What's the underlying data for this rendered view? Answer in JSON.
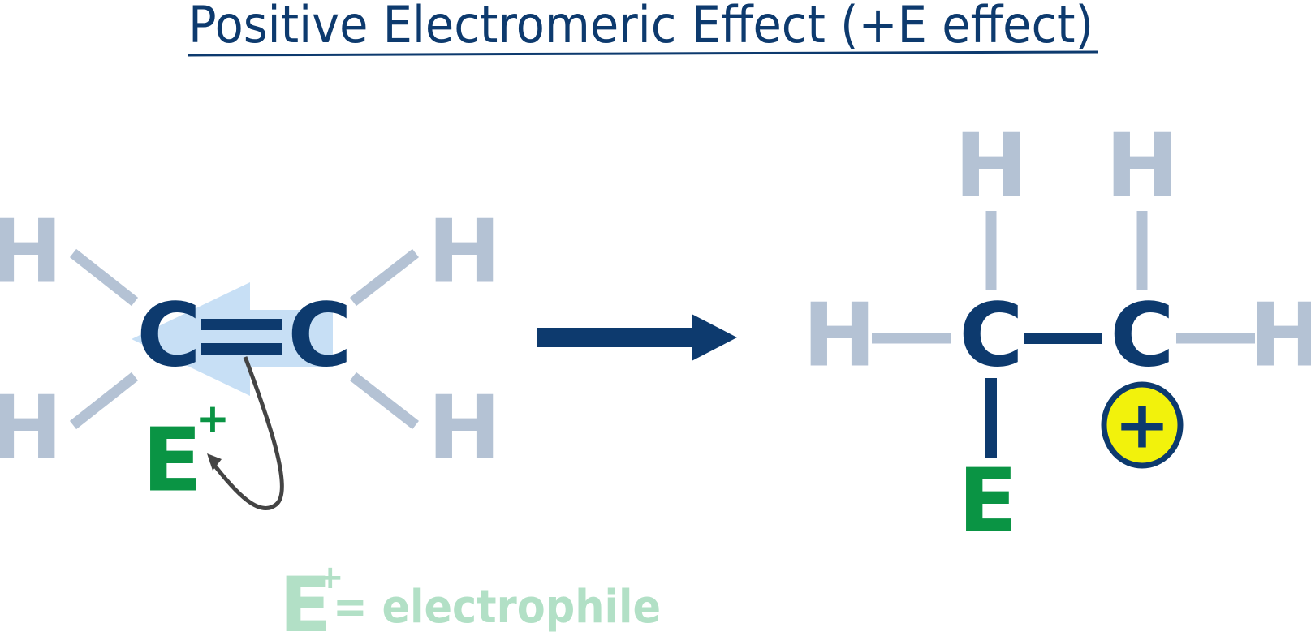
{
  "title": "Positive Electromeric Effect (+E effect)",
  "colors": {
    "title": "#0d3a6e",
    "hydrogen": "#b4c2d4",
    "carbon": "#0d3a6e",
    "electrophile": "#0a9444",
    "legend": "#b2e0c6",
    "shift_arrow_fill": "#c7dff5",
    "curly_arrow": "#444444",
    "carbocation_fill": "#f2f20c"
  },
  "reactant": {
    "atoms": {
      "h_top_left": "H",
      "h_bottom_left": "H",
      "h_top_right": "H",
      "h_bottom_right": "H",
      "c_left": "C",
      "c_right": "C",
      "electrophile": "E",
      "electrophile_charge": "+"
    }
  },
  "product": {
    "atoms": {
      "h_left": "H",
      "h_right": "H",
      "h_top_left": "H",
      "h_top_right": "H",
      "c_left": "C",
      "c_right": "C",
      "electrophile": "E",
      "carbocation_charge": "+"
    }
  },
  "legend": {
    "symbol": "E",
    "charge": "+",
    "text": "= electrophile"
  }
}
